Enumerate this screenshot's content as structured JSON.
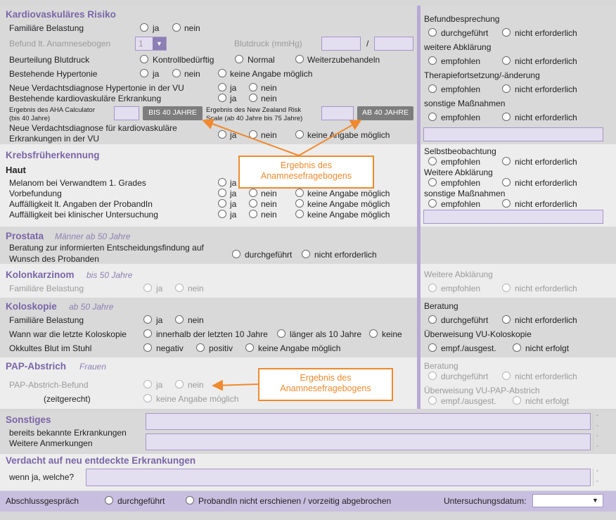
{
  "kardio": {
    "title": "Kardiovaskuläres Risiko",
    "familiaere": "Familiäre Belastung",
    "befund": "Befund lt. Anamnesebogen",
    "befund_value": "1",
    "blutdruck": "Blutdruck (mmHg)",
    "slash": "/",
    "beurteilung": "Beurteilung Blutdruck",
    "kontroll": "Kontrollbedürftig",
    "normal": "Normal",
    "weiter": "Weiterzubehandeln",
    "hypertonie": "Bestehende Hypertonie",
    "neue_vd_hyp": "Neue Verdachtsdiagnose Hypertonie in der VU",
    "bestehende_kv": "Bestehende kardiovaskuläre Erkrankung",
    "aha_l1": "Ergebnis des AHA Calculator",
    "aha_l2": "(bis 40 Jahre)",
    "aha_btn": "BIS 40 JAHRE",
    "nz_l1": "Ergebnis des New Zealand Risk",
    "nz_l2": "Scale (ab 40 Jahre bis 75 Jahre)",
    "nz_btn": "AB 40 JAHRE",
    "neue_vd_kv_l1": "Neue Verdachtsdiagnose für kardiovaskuläre",
    "neue_vd_kv_l2": "Erkrankungen in der VU"
  },
  "opts": {
    "ja": "ja",
    "nein": "nein",
    "keine": "keine Angabe möglich",
    "durch": "durchgeführt",
    "nicht_erf": "nicht erforderlich",
    "empfohlen": "empfohlen",
    "empf_ausg": "empf./ausgest.",
    "nicht_erfolgt": "nicht erfolgt",
    "keine_short": "keine"
  },
  "right": {
    "befundbesprechung": "Befundbesprechung",
    "weitere": "weitere Abklärung",
    "therapie": "Therapiefortsetzung/-änderung",
    "sonstige": "sonstige Maßnahmen",
    "selbst": "Selbstbeobachtung",
    "weitere2": "Weitere Abklärung",
    "sonstige2": "sonstige Maßnahmen",
    "weitere_kolon": "Weitere Abklärung",
    "beratung": "Beratung",
    "ueberweisung": "Überweisung VU-Koloskopie",
    "beratung_pap": "Beratung",
    "ueberweisung_pap": "Überweisung VU-PAP-Abstrich"
  },
  "krebs": {
    "title": "Krebsfrüherkennung",
    "haut": "Haut",
    "melanom": "Melanom bei Verwandtem 1. Grades",
    "vorbefundung": "Vorbefundung",
    "auff_angaben": "Auffälligkeit lt. Angaben der ProbandIn",
    "auff_unters": "Auffälligkeit bei klinischer Untersuchung"
  },
  "prostata": {
    "title": "Prostata",
    "sub": "Männer ab 50 Jahre",
    "beratung_l1": "Beratung zur informierten Entscheidungsfindung auf",
    "beratung_l2": "Wunsch des Probanden"
  },
  "kolon": {
    "title": "Kolonkarzinom",
    "sub": "bis 50 Jahre",
    "familiaere": "Familiäre Belastung"
  },
  "kolo": {
    "title": "Koloskopie",
    "sub": "ab 50 Jahre",
    "familiaere": "Familiäre Belastung",
    "wann": "Wann war die letzte Koloskopie",
    "innerhalb": "innerhalb der letzten 10 Jahre",
    "laenger": "länger als 10 Jahre",
    "okkultes": "Okkultes Blut im Stuhl",
    "negativ": "negativ",
    "positiv": "positiv"
  },
  "pap": {
    "title": "PAP-Abstrich",
    "sub": "Frauen",
    "befund": "PAP-Abstrich-Befund",
    "zeit": "(zeitgerecht)"
  },
  "sonstiges": {
    "title": "Sonstiges",
    "bekannt": "bereits bekannte Erkrankungen",
    "weitere": "Weitere Anmerkungen"
  },
  "verdacht": {
    "title": "Verdacht auf neu entdeckte Erkrankungen",
    "wenn": "wenn ja, welche?"
  },
  "abschluss": {
    "label": "Abschlussgespräch",
    "durch": "durchgeführt",
    "nicht": "ProbandIn nicht erschienen / vorzeitig abgebrochen",
    "datum": "Untersuchungsdatum:"
  },
  "callouts": {
    "c1_l1": "Ergebnis des",
    "c1_l2": "Anamnesefragebogens",
    "c2_l1": "Ergebnis des",
    "c2_l2": "Anamnesefragebogens"
  }
}
